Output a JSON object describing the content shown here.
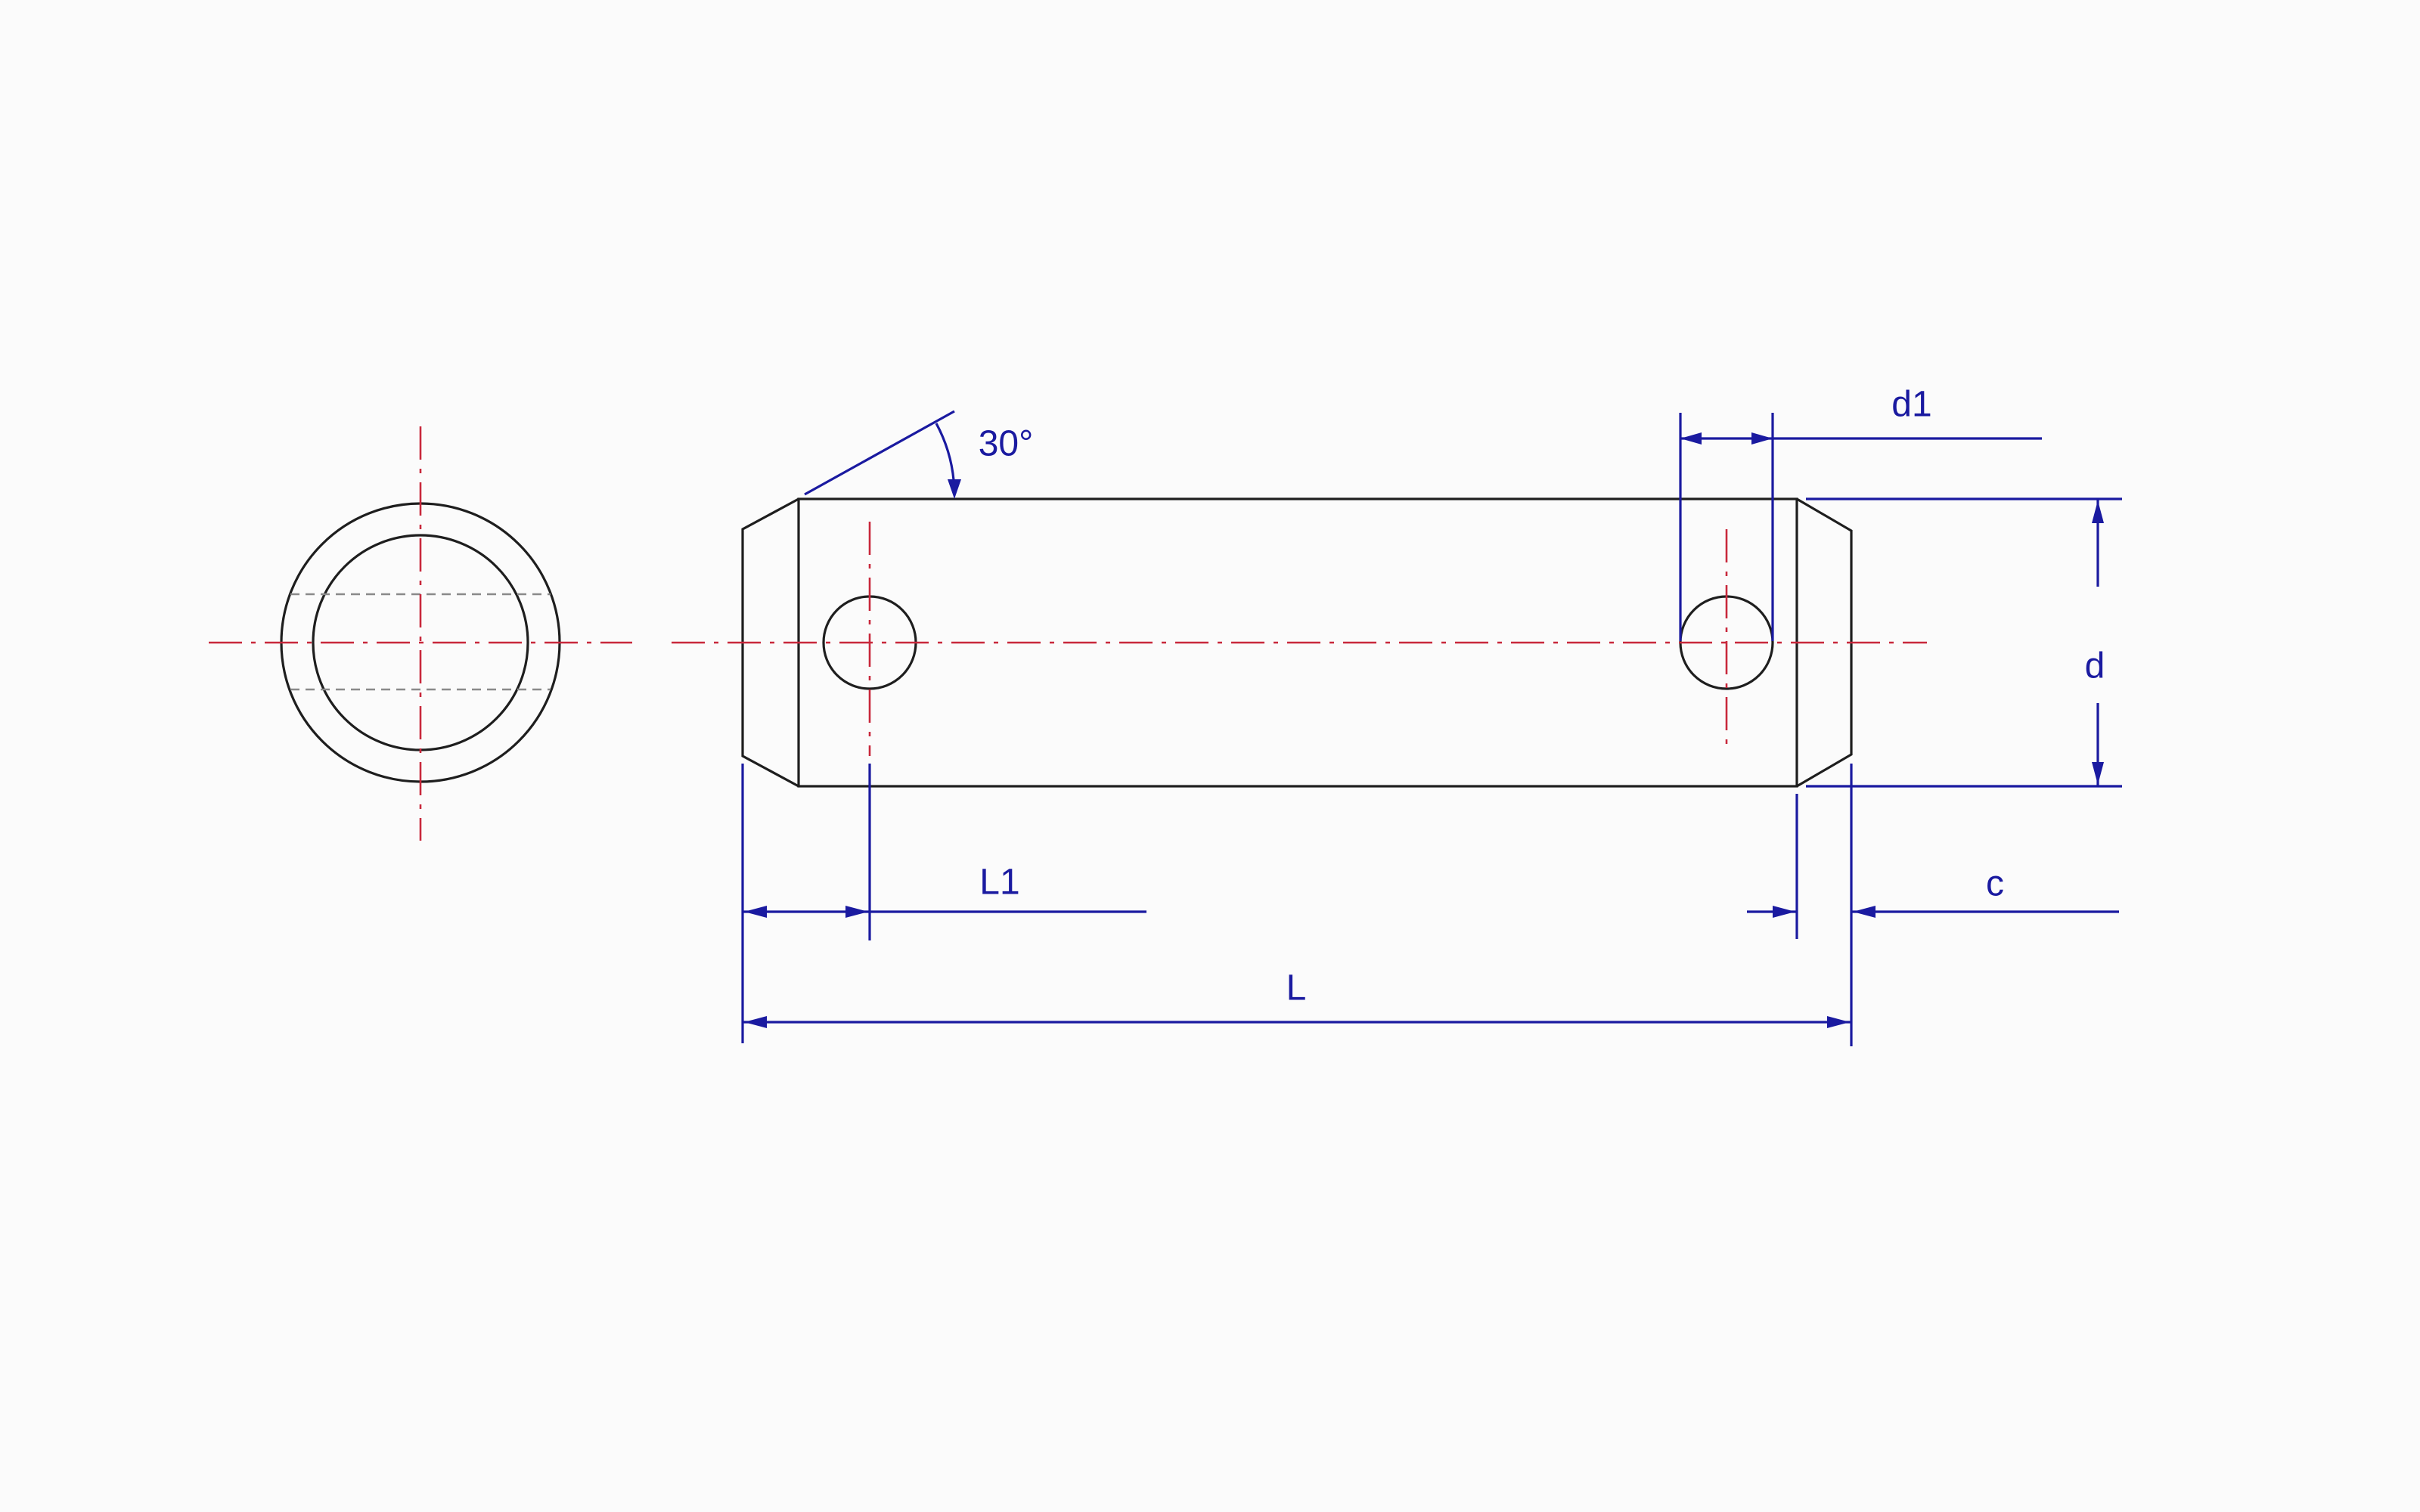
{
  "labels": {
    "angle": "30°",
    "d1": "d1",
    "d": "d",
    "L1": "L1",
    "c": "c",
    "L": "L"
  },
  "colors": {
    "outline": "#1e1e1e",
    "centerline": "#c8283c",
    "dimension": "#1a1aa0",
    "hidden": "#8a8a8a",
    "background": "#fbfbfb"
  }
}
